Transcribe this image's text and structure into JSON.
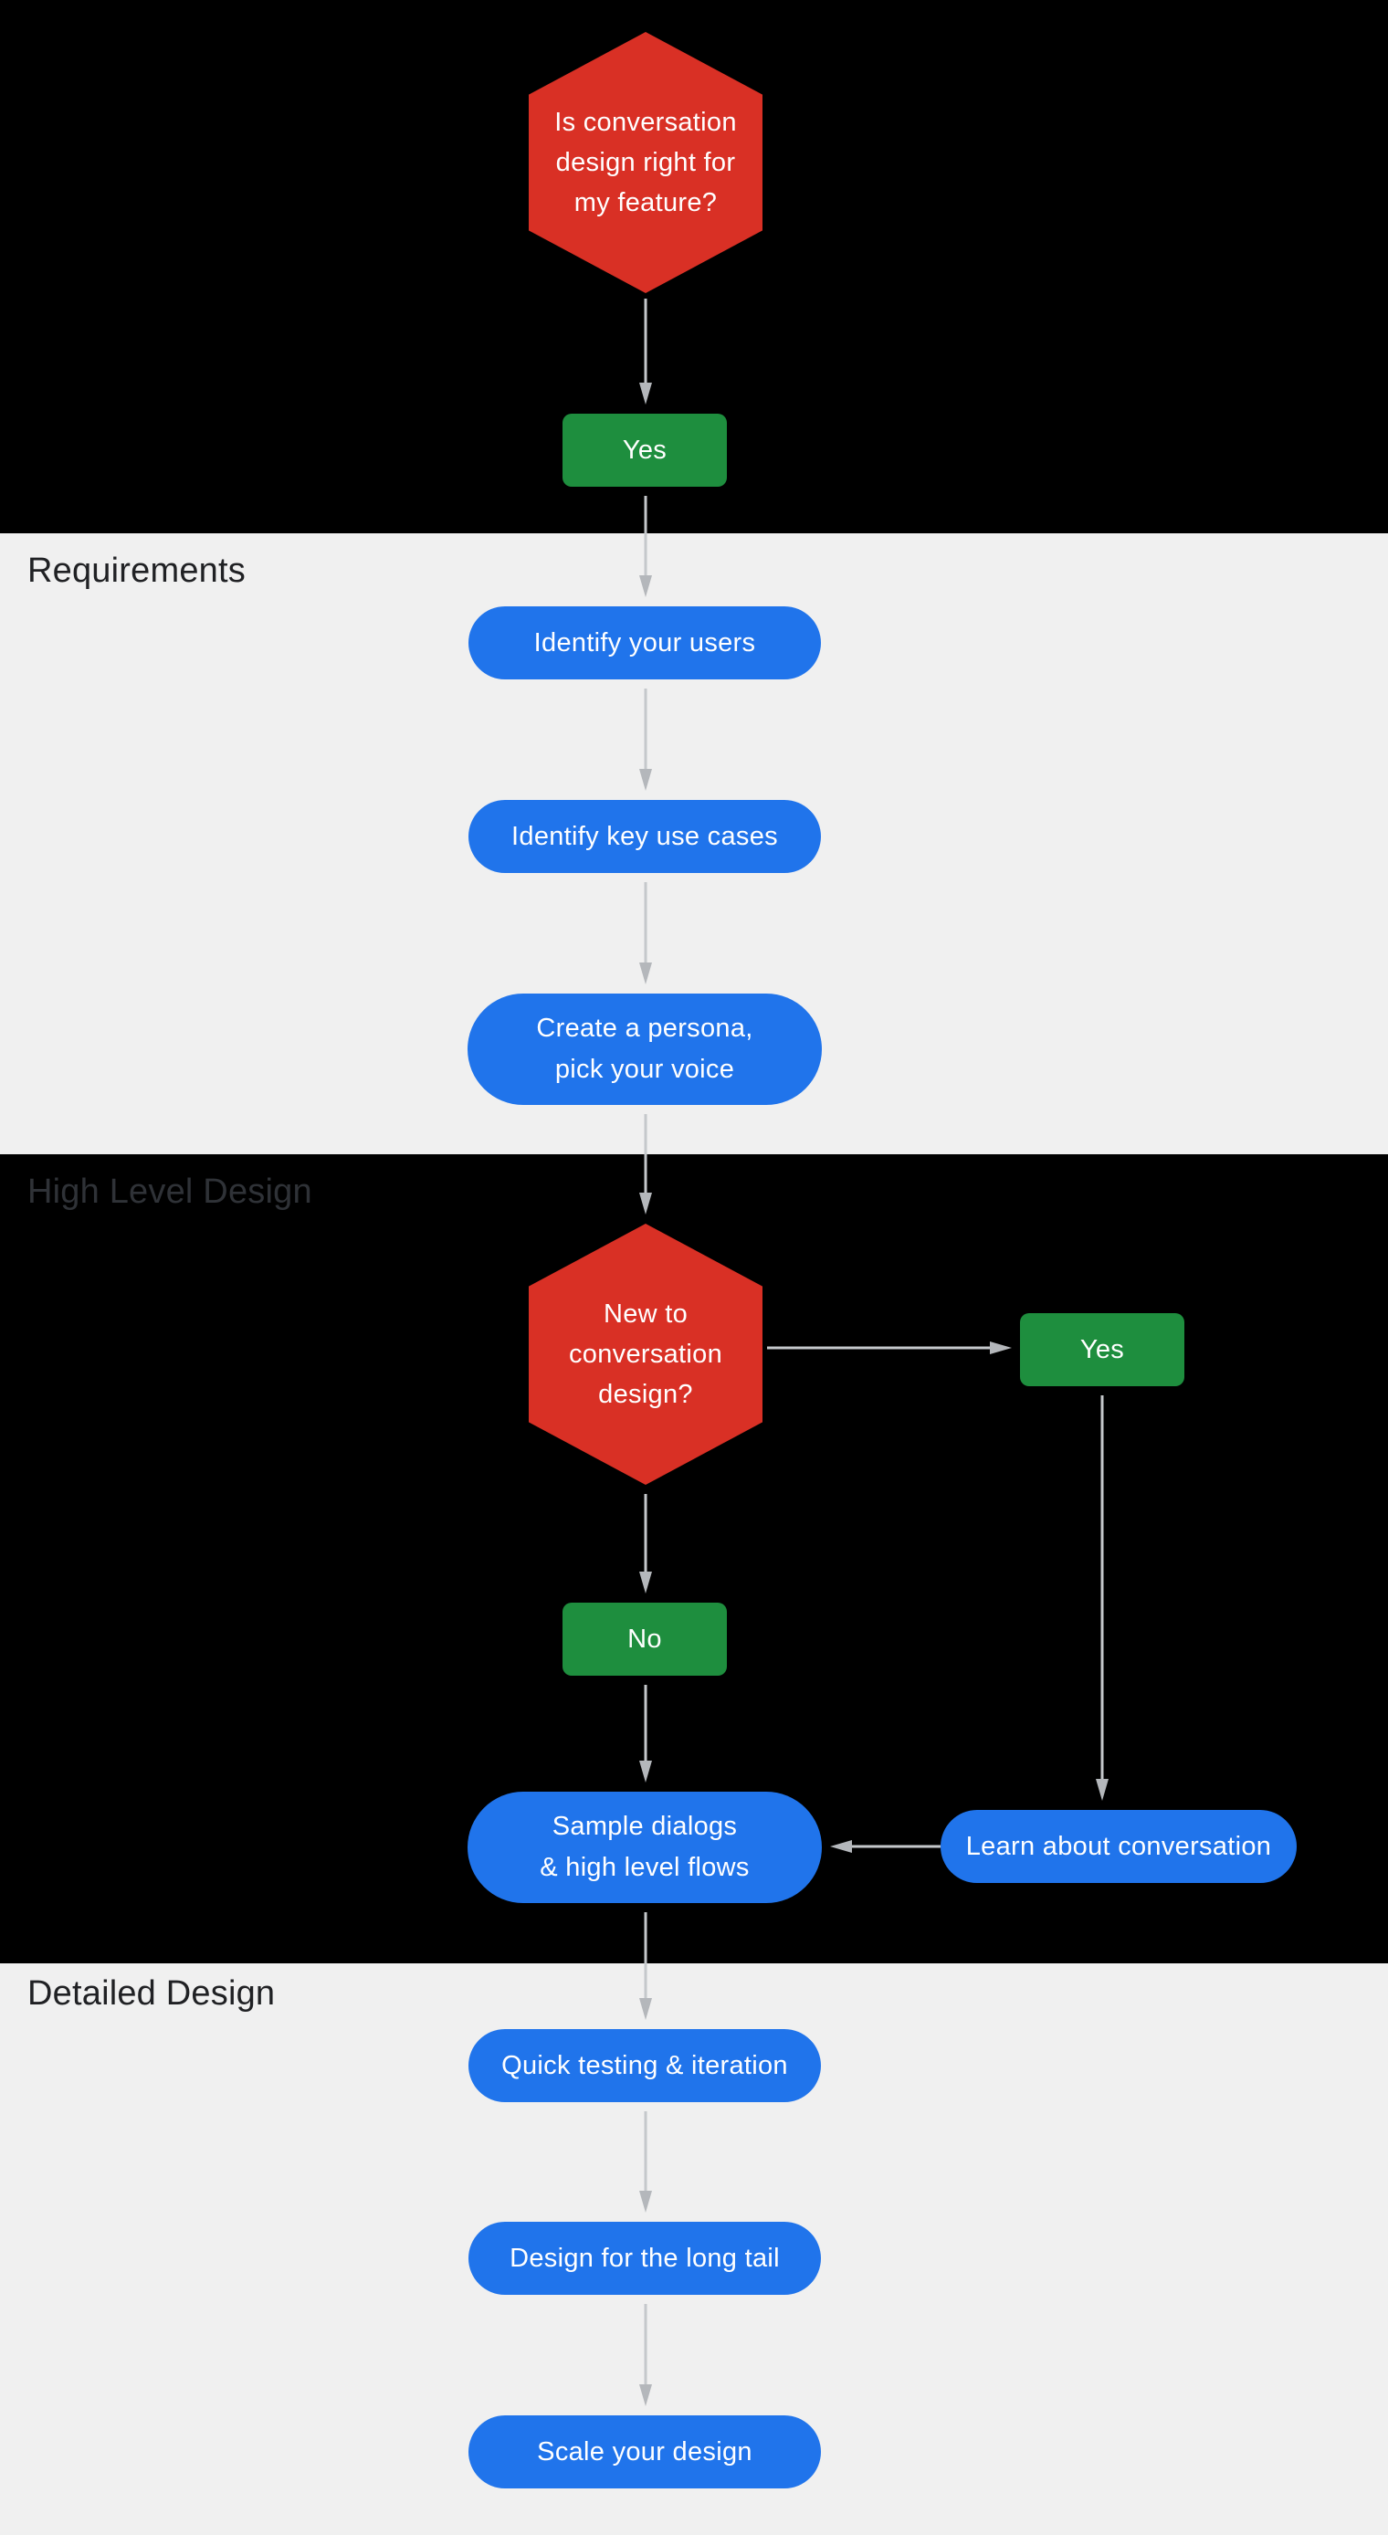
{
  "palette": {
    "bg-dark": "#000000",
    "bg-light": "#f0f0f0",
    "red": "#d93025",
    "green": "#1e8e3e",
    "blue": "#2074eb",
    "arrow-line": "#c5c8cb",
    "arrow-head": "#b4b7bb",
    "label-dark": "#202124",
    "label-on-dark": "#2f3237",
    "node-text": "#ffffff"
  },
  "sections": {
    "start": {
      "label": ""
    },
    "requirements": {
      "label": "Requirements"
    },
    "high_level_design": {
      "label": "High Level Design"
    },
    "detailed_design": {
      "label": "Detailed Design"
    }
  },
  "nodes": {
    "q_right_for_feature": {
      "type": "decision",
      "text": "Is conversation design right for my feature?",
      "lines": [
        "Is conversation",
        "design right for",
        "my feature?"
      ]
    },
    "yes_1": {
      "type": "answer",
      "text": "Yes"
    },
    "identify_users": {
      "type": "step",
      "text": "Identify your users"
    },
    "identify_use_cases": {
      "type": "step",
      "text": "Identify key use cases"
    },
    "create_persona": {
      "type": "step",
      "text": "Create a persona, pick your voice",
      "lines": [
        "Create a persona,",
        "pick your voice"
      ]
    },
    "q_new_to_cd": {
      "type": "decision",
      "text": "New to conversation design?",
      "lines": [
        "New to",
        "conversation",
        "design?"
      ]
    },
    "yes_2": {
      "type": "answer",
      "text": "Yes"
    },
    "no_1": {
      "type": "answer",
      "text": "No"
    },
    "sample_dialogs": {
      "type": "step",
      "text": "Sample dialogs & high level flows",
      "lines": [
        "Sample dialogs",
        "& high level flows"
      ]
    },
    "learn_conversation": {
      "type": "step",
      "text": "Learn about conversation"
    },
    "quick_testing": {
      "type": "step",
      "text": "Quick testing & iteration"
    },
    "long_tail": {
      "type": "step",
      "text": "Design for the long tail"
    },
    "scale_design": {
      "type": "step",
      "text": "Scale your design"
    }
  },
  "flow": [
    {
      "from": "q_right_for_feature",
      "to": "yes_1"
    },
    {
      "from": "yes_1",
      "to": "identify_users"
    },
    {
      "from": "identify_users",
      "to": "identify_use_cases"
    },
    {
      "from": "identify_use_cases",
      "to": "create_persona"
    },
    {
      "from": "create_persona",
      "to": "q_new_to_cd"
    },
    {
      "from": "q_new_to_cd",
      "to": "yes_2"
    },
    {
      "from": "q_new_to_cd",
      "to": "no_1"
    },
    {
      "from": "yes_2",
      "to": "learn_conversation"
    },
    {
      "from": "no_1",
      "to": "sample_dialogs"
    },
    {
      "from": "learn_conversation",
      "to": "sample_dialogs"
    },
    {
      "from": "sample_dialogs",
      "to": "quick_testing"
    },
    {
      "from": "quick_testing",
      "to": "long_tail"
    },
    {
      "from": "long_tail",
      "to": "scale_design"
    }
  ]
}
